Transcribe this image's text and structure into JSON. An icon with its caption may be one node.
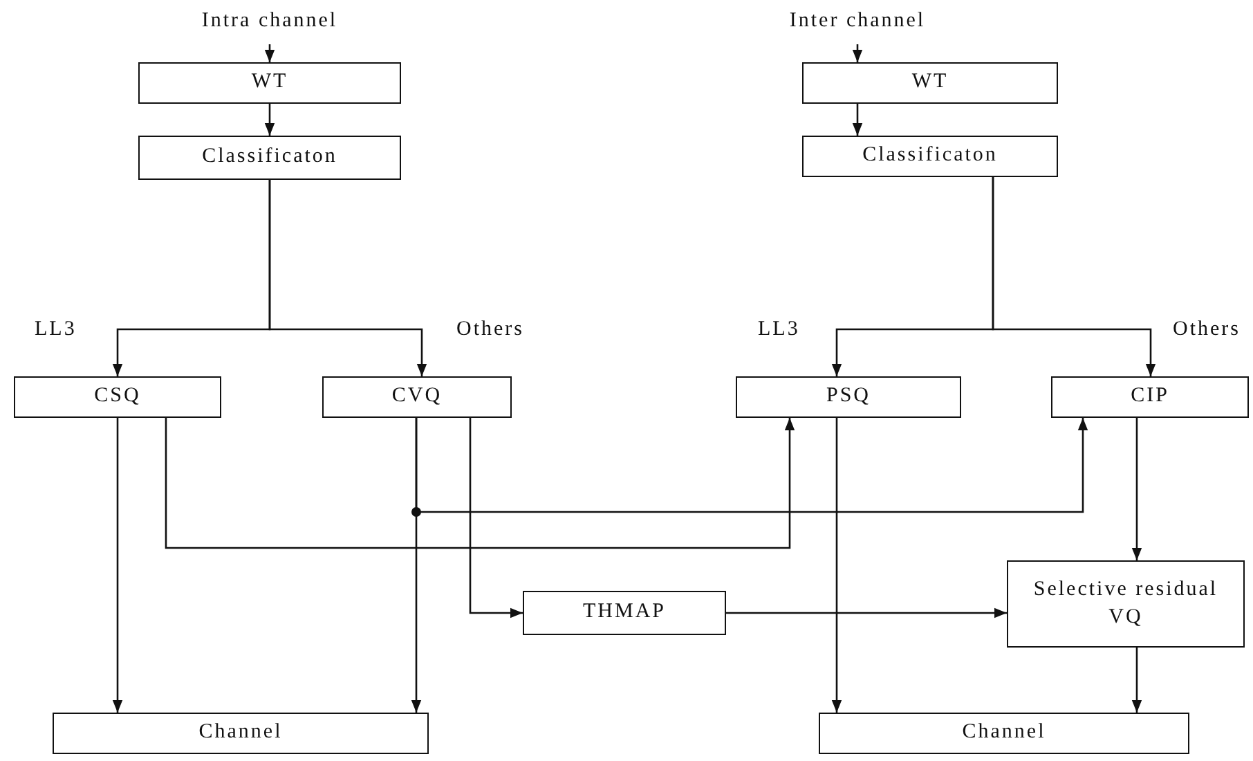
{
  "diagram": {
    "nodes": [
      {
        "text": [
          "Intra channel"
        ]
      },
      {
        "text": [
          "WT"
        ]
      },
      {
        "text": [
          "Classificaton"
        ]
      },
      {
        "text": [
          "CSQ"
        ]
      },
      {
        "text": [
          "CVQ"
        ]
      },
      {
        "text": [
          "Inter channel"
        ]
      },
      {
        "text": [
          "WT"
        ]
      },
      {
        "text": [
          "Classificaton"
        ]
      },
      {
        "text": [
          "PSQ"
        ]
      },
      {
        "text": [
          "CIP"
        ]
      },
      {
        "text": [
          "THMAP"
        ]
      },
      {
        "text": [
          "Selective residual VQ"
        ]
      },
      {
        "text": [
          "Channel"
        ]
      },
      {
        "text": [
          "Channel"
        ]
      }
    ],
    "edges": [
      {
        "from": 0,
        "to": 1,
        "arrow": "to"
      },
      {
        "from": 1,
        "to": 2,
        "arrow": "to"
      },
      {
        "from": 2,
        "to": 3,
        "arrow": "to",
        "label": "LL3"
      },
      {
        "from": 2,
        "to": 4,
        "arrow": "to",
        "label": "Others"
      },
      {
        "from": 5,
        "to": 6,
        "arrow": "to"
      },
      {
        "from": 6,
        "to": 7,
        "arrow": "to"
      },
      {
        "from": 7,
        "to": 8,
        "arrow": "to",
        "label": "LL3"
      },
      {
        "from": 7,
        "to": 9,
        "arrow": "to",
        "label": "Others"
      },
      {
        "from": 3,
        "to": 12,
        "arrow": "to"
      },
      {
        "from": 3,
        "to": 8,
        "arrow": "to"
      },
      {
        "from": 4,
        "to": 12,
        "arrow": "to"
      },
      {
        "from": 4,
        "to": 9,
        "arrow": "to"
      },
      {
        "from": 4,
        "to": 10,
        "arrow": "to"
      },
      {
        "from": 10,
        "to": 11,
        "arrow": "to"
      },
      {
        "from": 8,
        "to": 13,
        "arrow": "to"
      },
      {
        "from": 9,
        "to": 11,
        "arrow": "to"
      },
      {
        "from": 11,
        "to": 13,
        "arrow": "to"
      }
    ]
  }
}
